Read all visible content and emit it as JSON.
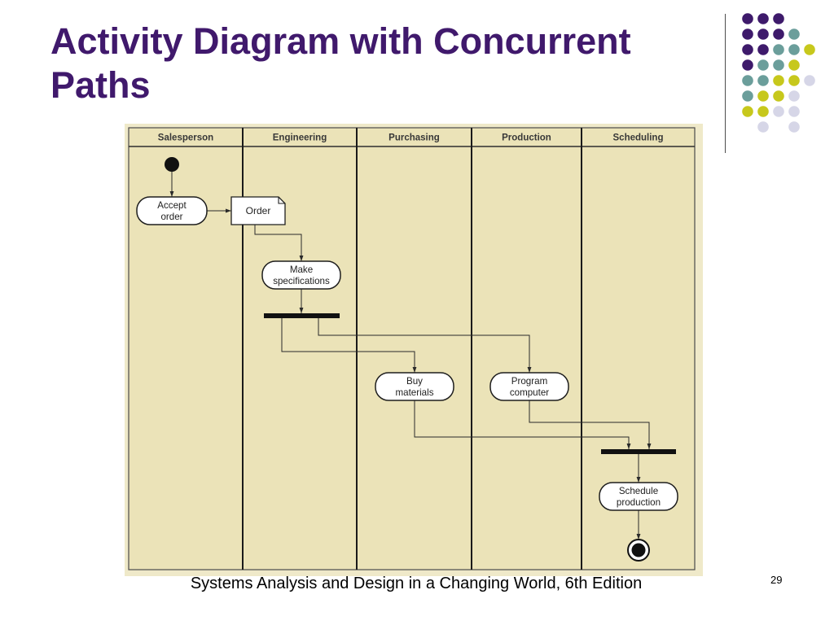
{
  "slide": {
    "title": "Activity Diagram with Concurrent Paths",
    "footer": "Systems Analysis and Design in a Changing World, 6th Edition",
    "page_number": "29"
  },
  "colors": {
    "title": "#40196c",
    "dot_purple": "#3e1a6b",
    "dot_teal": "#6b9e9b",
    "dot_yellow": "#c7c81c",
    "dot_lavender": "#d6d6e7",
    "diagram_bg": "#ebe3b8",
    "diagram_bg_outer": "#efe9c9",
    "diagram_ink": "#1e1e1e"
  },
  "diagram": {
    "swimlanes": [
      "Salesperson",
      "Engineering",
      "Purchasing",
      "Production",
      "Scheduling"
    ],
    "object_node": "Order",
    "activities": [
      {
        "lines": [
          "Accept",
          "order"
        ]
      },
      {
        "lines": [
          "Make",
          "specifications"
        ]
      },
      {
        "lines": [
          "Buy",
          "materials"
        ]
      },
      {
        "lines": [
          "Program",
          "computer"
        ]
      },
      {
        "lines": [
          "Schedule",
          "production"
        ]
      }
    ]
  }
}
